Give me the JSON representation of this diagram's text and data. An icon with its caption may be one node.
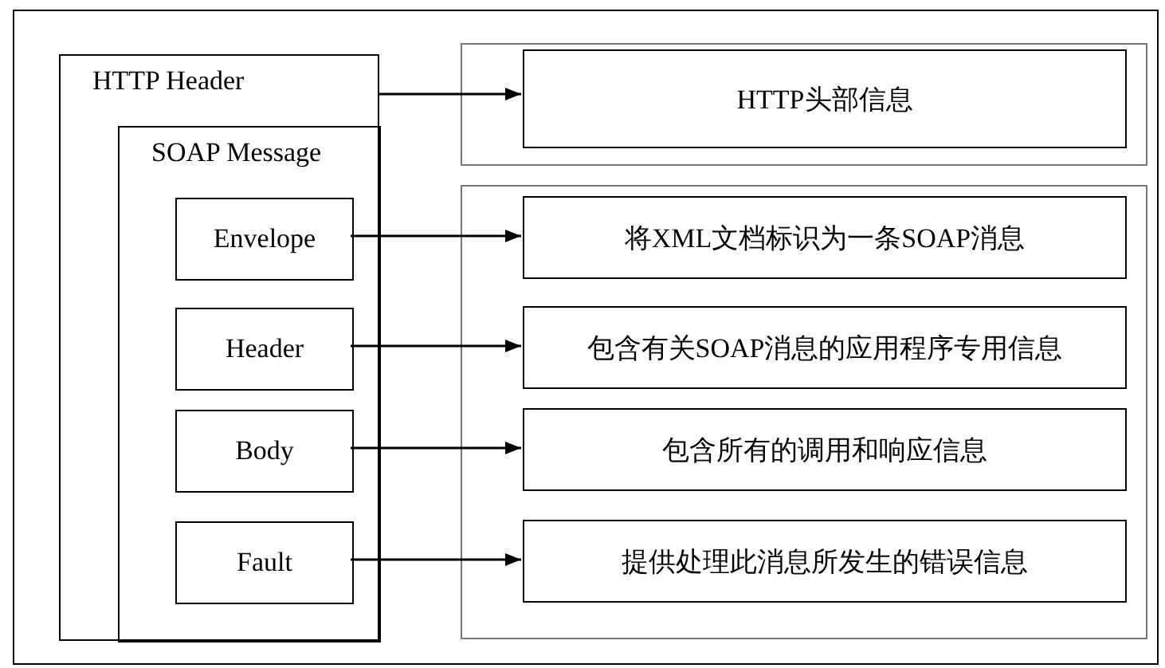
{
  "diagram": {
    "nodes": [
      {
        "text": [
          "HTTP Header"
        ]
      },
      {
        "text": [
          "SOAP Message"
        ],
        "in": 0
      },
      {
        "text": [
          "Envelope"
        ],
        "in": 1
      },
      {
        "text": [
          "Header"
        ],
        "in": 1
      },
      {
        "text": [
          "Body"
        ],
        "in": 1
      },
      {
        "text": [
          "Fault"
        ],
        "in": 1
      },
      {
        "text": [],
        "shape": "box"
      },
      {
        "text": [
          "HTTP头部信息"
        ],
        "in": 6
      },
      {
        "text": [],
        "shape": "box"
      },
      {
        "text": [
          "将XML文档标识为一条SOAP消息"
        ],
        "in": 8
      },
      {
        "text": [
          "包含有关SOAP消息的应用程序专用信息"
        ],
        "in": 8
      },
      {
        "text": [
          "包含所有的调用和响应信息"
        ],
        "in": 8
      },
      {
        "text": [
          "提供处理此消息所发生的错误信息"
        ],
        "in": 8
      }
    ],
    "edges": [
      {
        "from": 0,
        "to": 7,
        "arrow": "to"
      },
      {
        "from": 2,
        "to": 9,
        "arrow": "to"
      },
      {
        "from": 3,
        "to": 10,
        "arrow": "to"
      },
      {
        "from": 4,
        "to": 11,
        "arrow": "to"
      },
      {
        "from": 5,
        "to": 12,
        "arrow": "to"
      }
    ]
  }
}
